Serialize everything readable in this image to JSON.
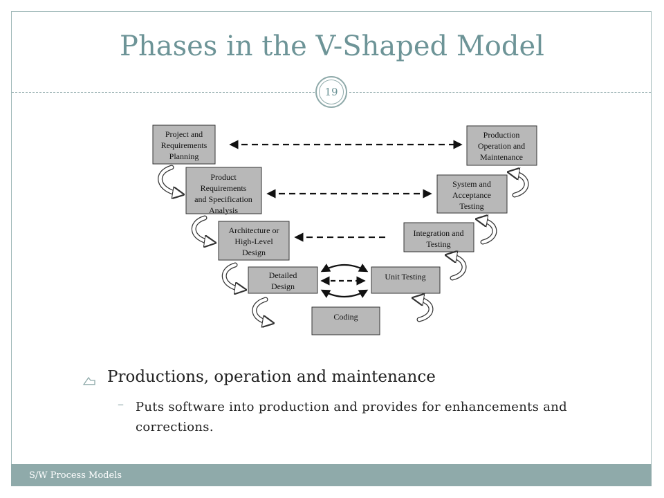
{
  "slide": {
    "title": "Phases in the V-Shaped Model",
    "page_number": "19",
    "footer": "S/W Process Models"
  },
  "diagram": {
    "boxes": {
      "project_planning": [
        "Project and",
        "Requirements",
        "Planning"
      ],
      "product_requirements": [
        "Product",
        "Requirements",
        "and Specification",
        "Analysis"
      ],
      "architecture": [
        "Architecture or",
        "High-Level",
        "Design"
      ],
      "detailed_design": [
        "Detailed",
        "Design"
      ],
      "coding": [
        "Coding"
      ],
      "unit_testing": [
        "Unit Testing"
      ],
      "integration_testing": [
        "Integration and",
        "Testing"
      ],
      "system_testing": [
        "System and",
        "Acceptance",
        "Testing"
      ],
      "production": [
        "Production",
        "Operation and",
        "Maintenance"
      ]
    }
  },
  "content": {
    "bullet": "Productions, operation and maintenance",
    "sub_dash": "–",
    "sub_bullet": "Puts software into production and provides for enhancements and corrections."
  }
}
